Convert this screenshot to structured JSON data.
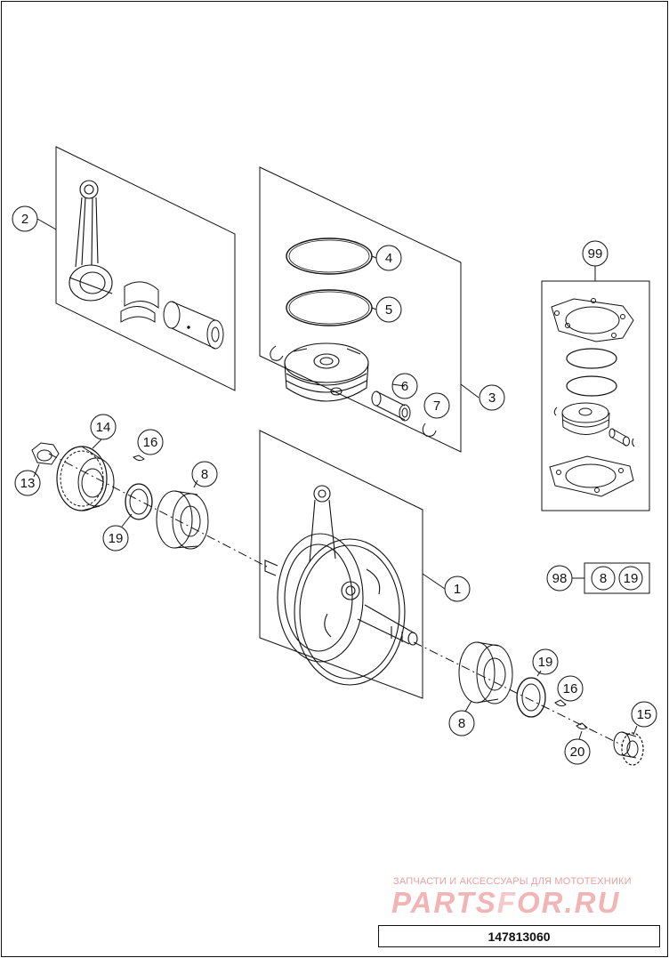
{
  "callouts": {
    "c1": "1",
    "c2": "2",
    "c3": "3",
    "c4": "4",
    "c5": "5",
    "c6": "6",
    "c7": "7",
    "c8a": "8",
    "c8b": "8",
    "c13": "13",
    "c14": "14",
    "c15": "15",
    "c16a": "16",
    "c16b": "16",
    "c19a": "19",
    "c19b": "19",
    "c20": "20",
    "c99": "99",
    "c98": "98",
    "c98_8": "8",
    "c98_19": "19"
  },
  "watermark": {
    "tagline": "ЗАПЧАСТИ И АКСЕССУАРЫ ДЛЯ МОТОТЕХНИКИ",
    "logo_left": "PARTS",
    "logo_icon": "F",
    "logo_right": "OR.RU"
  },
  "part_number": "147813060",
  "colors": {
    "line": "#111111",
    "watermark": "#f2b4b4"
  }
}
